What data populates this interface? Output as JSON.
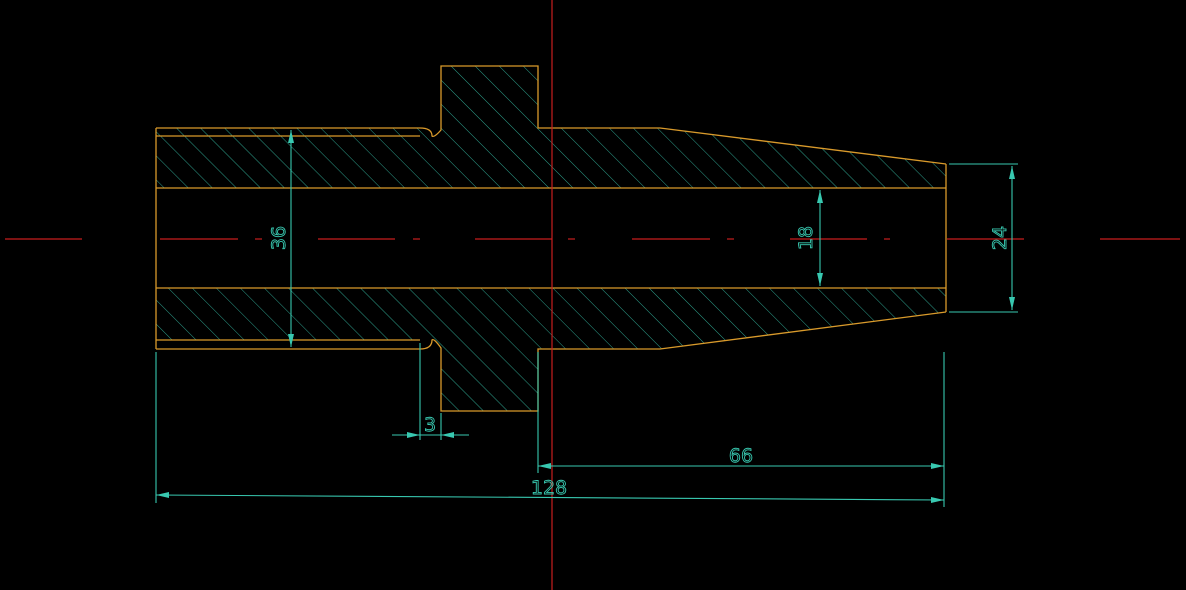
{
  "drawing": {
    "background": "#000000",
    "colors": {
      "outline": "#d99a2b",
      "dimension": "#38c8b0",
      "hatch": "#38c8b0",
      "centerline": "#c81e1e"
    },
    "dimensions": [
      {
        "id": "dim-outer-diameter",
        "label": "36",
        "orientation": "vertical"
      },
      {
        "id": "dim-bore-diameter",
        "label": "18",
        "orientation": "vertical"
      },
      {
        "id": "dim-tip-diameter",
        "label": "24",
        "orientation": "vertical"
      },
      {
        "id": "dim-groove-width",
        "label": "3",
        "orientation": "horizontal"
      },
      {
        "id": "dim-taper-length",
        "label": "66",
        "orientation": "horizontal"
      },
      {
        "id": "dim-overall-length",
        "label": "128",
        "orientation": "horizontal"
      }
    ]
  }
}
